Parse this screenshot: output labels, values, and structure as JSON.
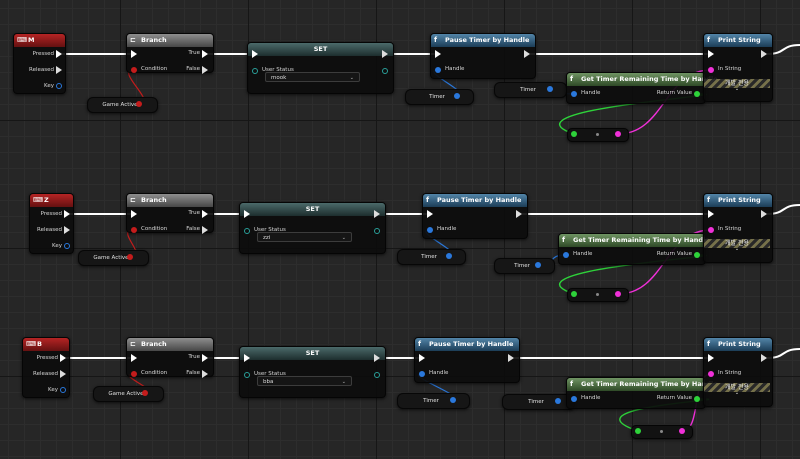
{
  "events": [
    {
      "key": "M",
      "pressed": "Pressed",
      "released": "Released",
      "key_label": "Key",
      "branch": {
        "title": "Branch",
        "condition": "Condition",
        "true": "True",
        "false": "False"
      },
      "game_active": "Game Active",
      "set": {
        "title": "SET",
        "var": "User Status",
        "value": "mook"
      },
      "pause": {
        "title": "Pause Timer by Handle",
        "handle": "Handle"
      },
      "timer": "Timer",
      "get_timer": {
        "title": "Get Timer Remaining Time by Handle",
        "handle": "Handle",
        "return": "Return Value"
      },
      "print": {
        "title": "Print String",
        "in_string": "In String",
        "dev_only": "개발 전용"
      }
    },
    {
      "key": "Z",
      "pressed": "Pressed",
      "released": "Released",
      "key_label": "Key",
      "branch": {
        "title": "Branch",
        "condition": "Condition",
        "true": "True",
        "false": "False"
      },
      "game_active": "Game Active",
      "set": {
        "title": "SET",
        "var": "User Status",
        "value": "zzi"
      },
      "pause": {
        "title": "Pause Timer by Handle",
        "handle": "Handle"
      },
      "timer": "Timer",
      "get_timer": {
        "title": "Get Timer Remaining Time by Handle",
        "handle": "Handle",
        "return": "Return Value"
      },
      "print": {
        "title": "Print String",
        "in_string": "In String",
        "dev_only": "개발 전용"
      }
    },
    {
      "key": "B",
      "pressed": "Pressed",
      "released": "Released",
      "key_label": "Key",
      "branch": {
        "title": "Branch",
        "condition": "Condition",
        "true": "True",
        "false": "False"
      },
      "game_active": "Game Active",
      "set": {
        "title": "SET",
        "var": "User Status",
        "value": "bba"
      },
      "pause": {
        "title": "Pause Timer by Handle",
        "handle": "Handle"
      },
      "timer": "Timer",
      "get_timer": {
        "title": "Get Timer Remaining Time by Handle",
        "handle": "Handle",
        "return": "Return Value"
      },
      "print": {
        "title": "Print String",
        "in_string": "In String",
        "dev_only": "개발 전용"
      }
    }
  ],
  "icons": {
    "event": "keyboard-event-icon",
    "branch": "branch-icon",
    "function": "function-f-icon"
  },
  "colors": {
    "exec": "#ffffff",
    "object_ref": "#2a78dc",
    "bool": "#c41c1c",
    "string": "#f030d8",
    "float": "#2ed23a",
    "event_header": "#b52424",
    "branch_header": "#8e8e8e",
    "function_header": "#5285a8",
    "pure_header": "#6f9463",
    "set_header": "#4b6a6a"
  }
}
